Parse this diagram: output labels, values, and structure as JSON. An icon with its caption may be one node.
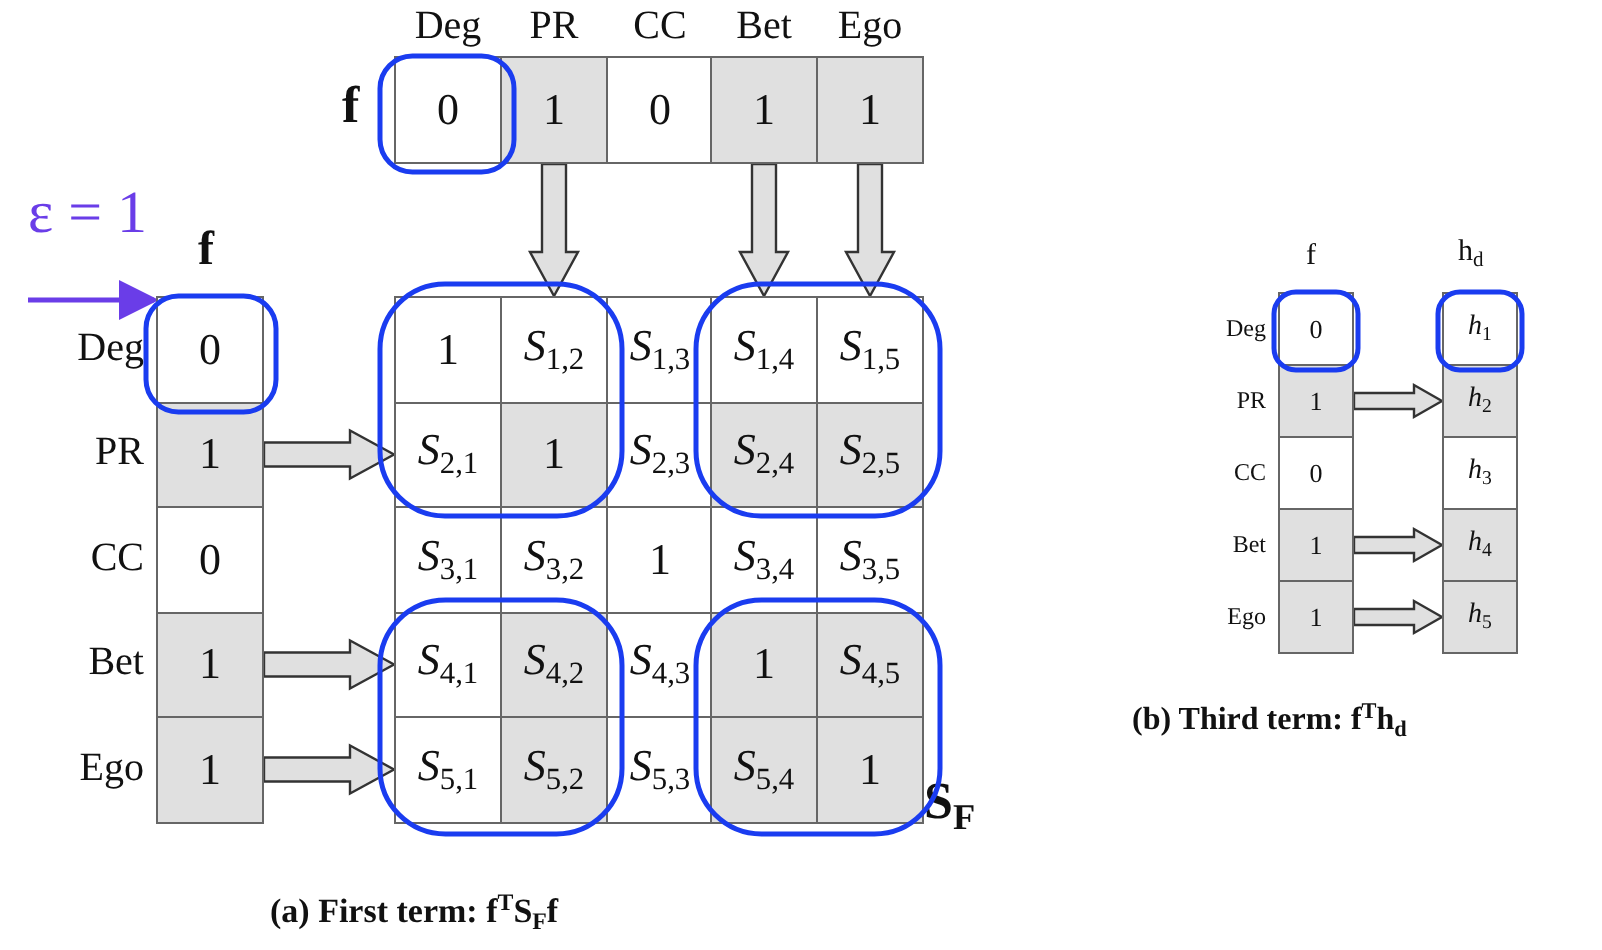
{
  "diagram": {
    "nodes": [
      {
        "text": [
          "0"
        ],
        "beside": [
          "Deg"
        ]
      },
      {
        "text": [
          "1"
        ],
        "beside": [
          "PR"
        ]
      },
      {
        "text": [
          "0"
        ],
        "beside": [
          "CC"
        ]
      },
      {
        "text": [
          "1"
        ],
        "beside": [
          "Bet"
        ]
      },
      {
        "text": [
          "1"
        ],
        "beside": [
          "Ego"
        ]
      },
      {
        "text": [
          "0"
        ],
        "beside": [
          "Deg"
        ]
      },
      {
        "text": [
          "1"
        ],
        "beside": [
          "PR"
        ]
      },
      {
        "text": [
          "0"
        ],
        "beside": [
          "CC"
        ]
      },
      {
        "text": [
          "1"
        ],
        "beside": [
          "Bet"
        ]
      },
      {
        "text": [
          "1"
        ],
        "beside": [
          "Ego"
        ]
      },
      {
        "text": [
          "1"
        ]
      },
      {
        "text": [
          "*S*$_{1,2}$"
        ]
      },
      {
        "text": [
          "*S*$_{1,3}$"
        ]
      },
      {
        "text": [
          "*S*$_{1,4}$"
        ]
      },
      {
        "text": [
          "*S*$_{1,5}$"
        ]
      },
      {
        "text": [
          "*S*$_{2,1}$"
        ]
      },
      {
        "text": [
          "1"
        ]
      },
      {
        "text": [
          "*S*$_{2,3}$"
        ]
      },
      {
        "text": [
          "*S*$_{2,4}$"
        ]
      },
      {
        "text": [
          "*S*$_{2,5}$"
        ]
      },
      {
        "text": [
          "*S*$_{3,1}$"
        ]
      },
      {
        "text": [
          "*S*$_{3,2}$"
        ]
      },
      {
        "text": [
          "1"
        ]
      },
      {
        "text": [
          "*S*$_{3,4}$"
        ]
      },
      {
        "text": [
          "*S*$_{3,5}$"
        ]
      },
      {
        "text": [
          "*S*$_{4,1}$"
        ]
      },
      {
        "text": [
          "*S*$_{4,2}$"
        ]
      },
      {
        "text": [
          "*S*$_{4,3}$"
        ]
      },
      {
        "text": [
          "1"
        ]
      },
      {
        "text": [
          "*S*$_{4,5}$"
        ]
      },
      {
        "text": [
          "*S*$_{5,1}$"
        ]
      },
      {
        "text": [
          "*S*$_{5,2}$"
        ]
      },
      {
        "text": [
          "*S*$_{5,3}$"
        ]
      },
      {
        "text": [
          "*S*$_{5,4}$"
        ]
      },
      {
        "text": [
          "1"
        ]
      },
      {
        "text": [
          "0"
        ],
        "beside": [
          "Deg"
        ]
      },
      {
        "text": [
          "1"
        ],
        "beside": [
          "PR"
        ]
      },
      {
        "text": [
          "0"
        ],
        "beside": [
          "CC"
        ]
      },
      {
        "text": [
          "1"
        ],
        "beside": [
          "Bet"
        ]
      },
      {
        "text": [
          "1"
        ],
        "beside": [
          "Ego"
        ]
      },
      {
        "text": [
          "*h*$_{1}$"
        ]
      },
      {
        "text": [
          "*h*$_{2}$"
        ]
      },
      {
        "text": [
          "*h*$_{3}$"
        ]
      },
      {
        "text": [
          "*h*$_{4}$"
        ]
      },
      {
        "text": [
          "*h*$_{5}$"
        ]
      }
    ],
    "edges": [
      {
        "from": null,
        "to": 5,
        "arrow": "to",
        "label": "ε = 1",
        "color": "#6a3de8"
      },
      {
        "from": 1,
        "to": 11,
        "arrow": "to"
      },
      {
        "from": 3,
        "to": 13,
        "arrow": "to"
      },
      {
        "from": 4,
        "to": 14,
        "arrow": "to"
      },
      {
        "from": 6,
        "to": 15,
        "arrow": "to"
      },
      {
        "from": 8,
        "to": 25,
        "arrow": "to"
      },
      {
        "from": 9,
        "to": 30,
        "arrow": "to"
      },
      {
        "from": 36,
        "to": 41,
        "arrow": "to"
      },
      {
        "from": 38,
        "to": 43,
        "arrow": "to"
      },
      {
        "from": 39,
        "to": 44,
        "arrow": "to"
      }
    ],
    "labels": [
      "f",
      "f",
      "S$_{F}$",
      "(a) First term: f$^{T}$S$_{F}$f",
      "f",
      "h$_{d}$",
      "(b) Third term: f$^{T}$h$_{d}$"
    ]
  }
}
